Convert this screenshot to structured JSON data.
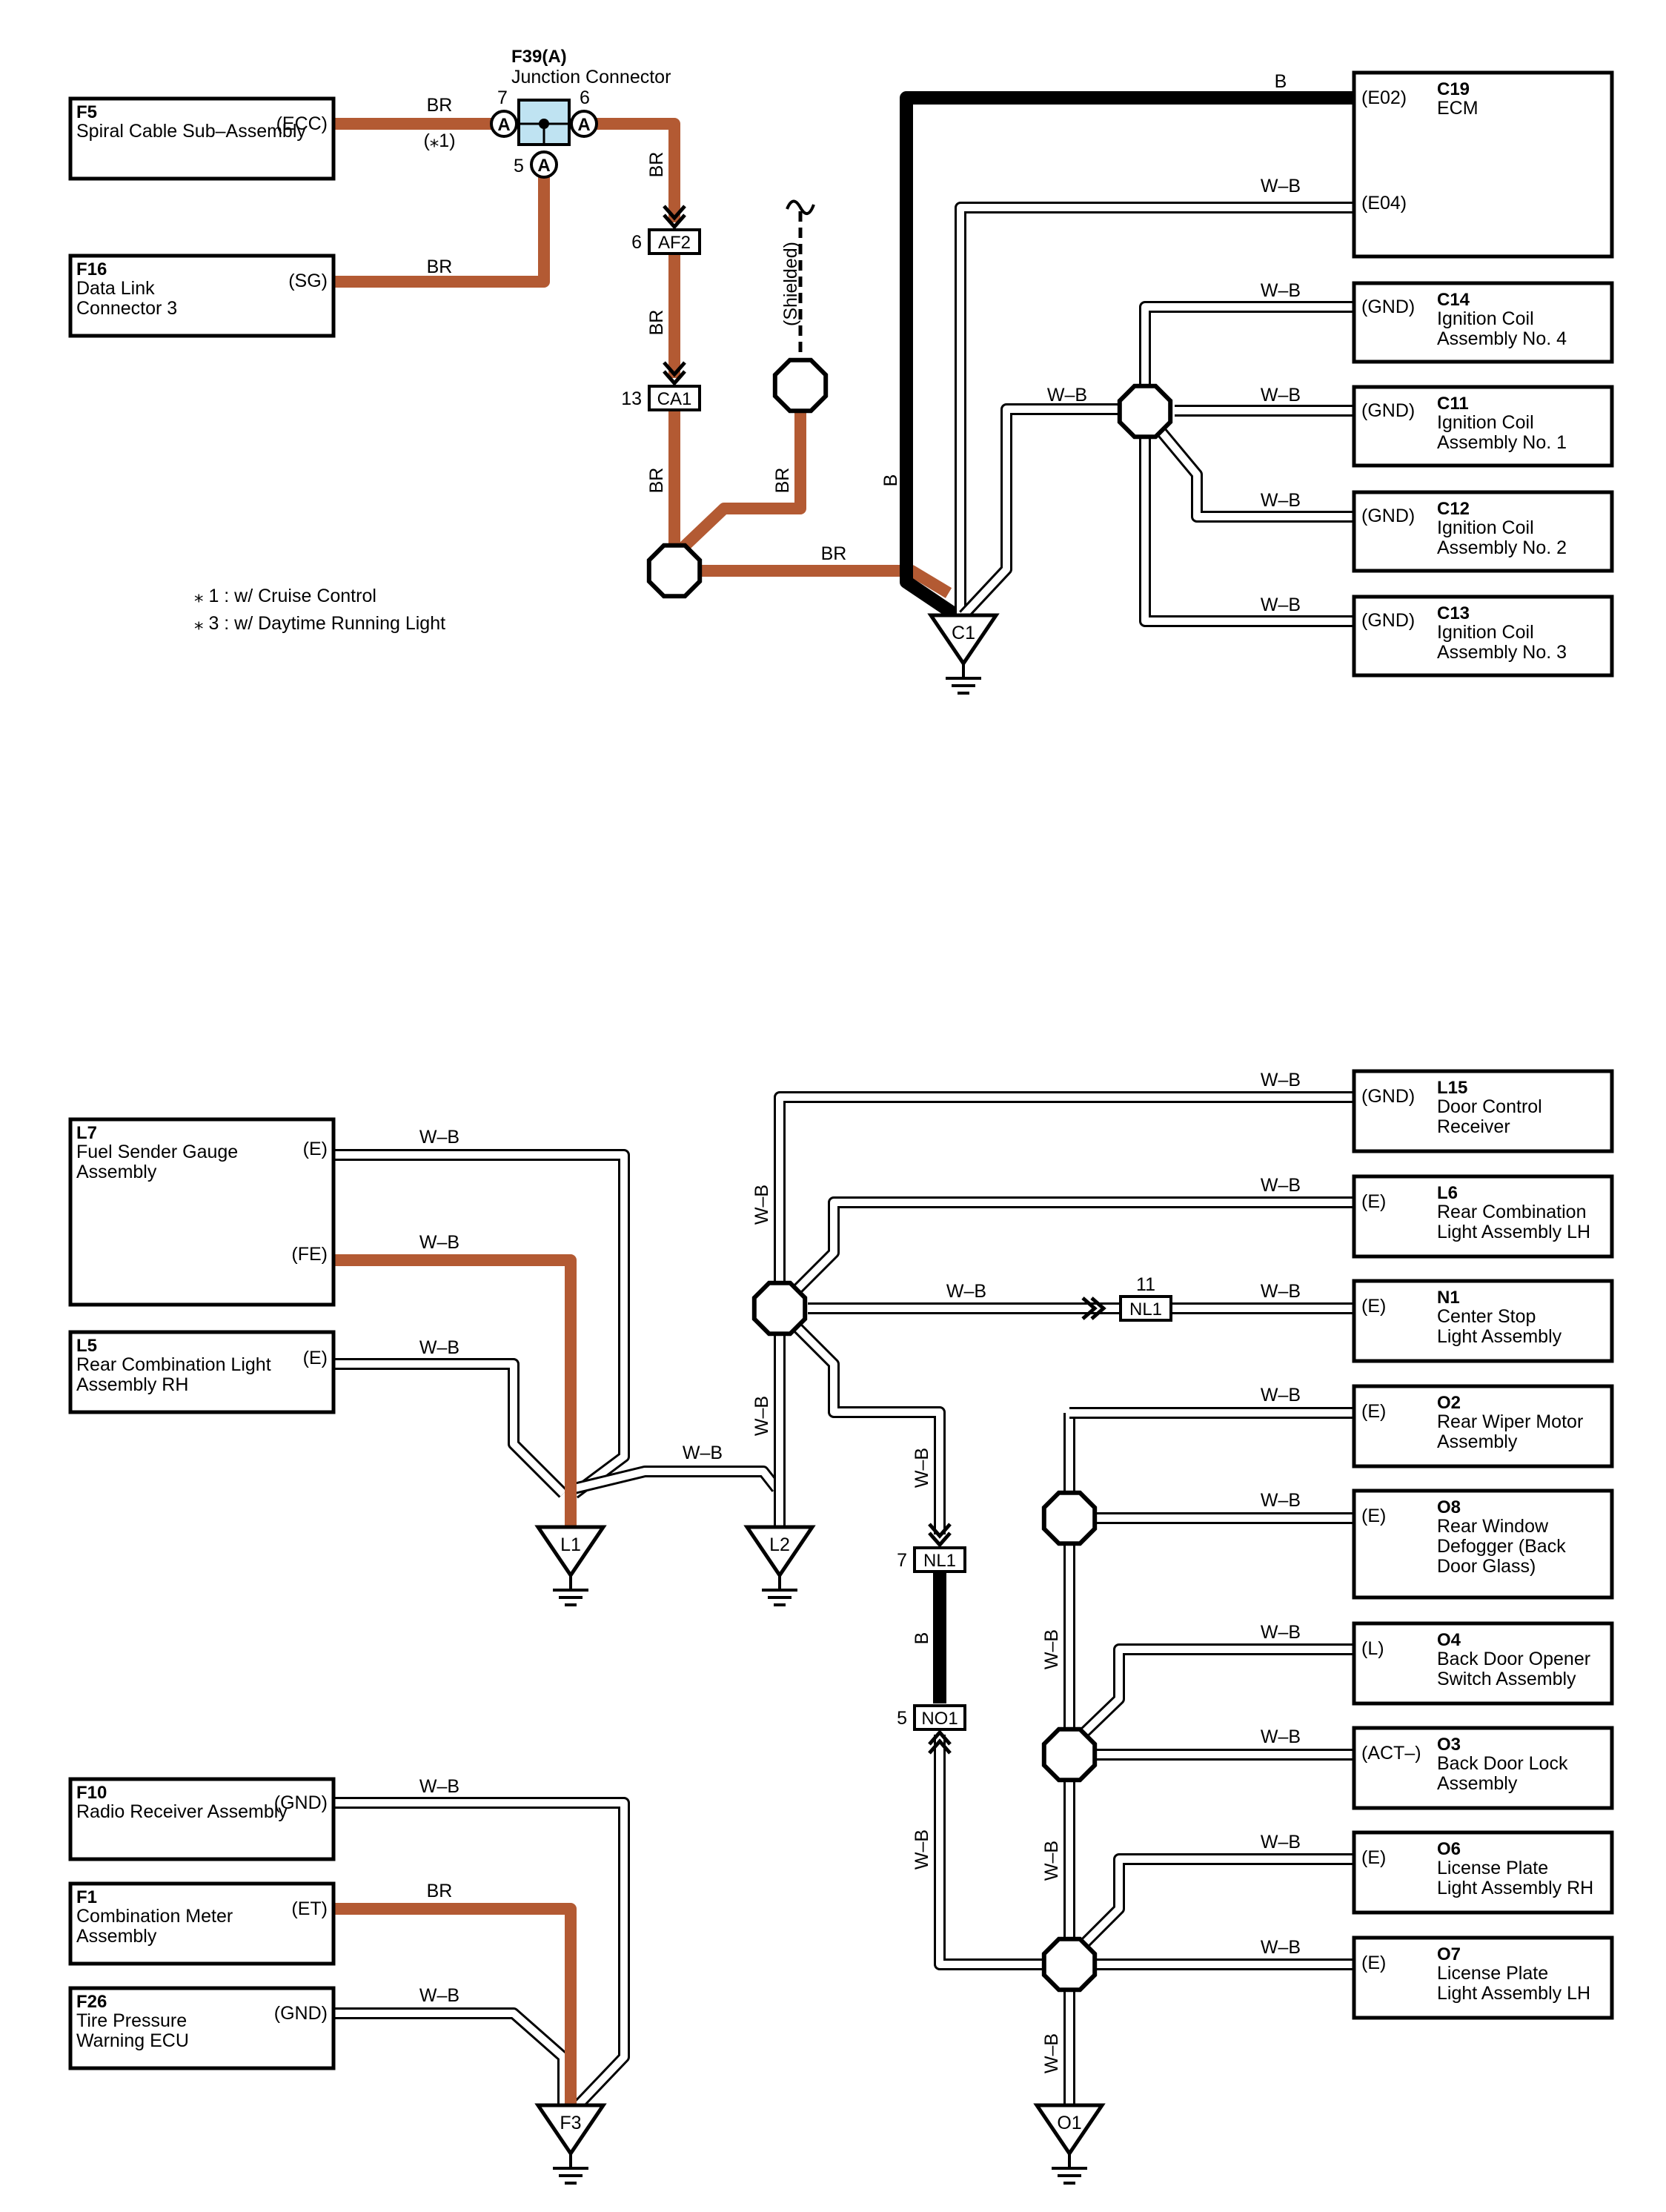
{
  "colors": {
    "BR": "#b35a33",
    "B": "#000000",
    "W-B": "#ffffff/#000000",
    "junction_fill": "#bfe3f2"
  },
  "notes": [
    "⁎ 1 : w/ Cruise Control",
    "⁎ 3 : w/ Daytime Running Light"
  ],
  "junction": {
    "code": "F39(A)",
    "name": "Junction Connector",
    "pin_label": "A",
    "pins": [
      "7",
      "6",
      "5"
    ]
  },
  "shielded": "(Shielded)",
  "components": {
    "F5": {
      "code": "F5",
      "name": [
        "Spiral Cable Sub–Assembly"
      ],
      "pin": "(ECC)"
    },
    "F16": {
      "code": "F16",
      "name": [
        "Data Link",
        "Connector 3"
      ],
      "pin": "(SG)"
    },
    "C19": {
      "code": "C19",
      "name": [
        "ECM"
      ],
      "pins": [
        "(E02)",
        "(E04)"
      ]
    },
    "C14": {
      "code": "C14",
      "name": [
        "Ignition Coil",
        "Assembly No. 4"
      ],
      "pin": "(GND)"
    },
    "C11": {
      "code": "C11",
      "name": [
        "Ignition Coil",
        "Assembly No. 1"
      ],
      "pin": "(GND)"
    },
    "C12": {
      "code": "C12",
      "name": [
        "Ignition Coil",
        "Assembly No. 2"
      ],
      "pin": "(GND)"
    },
    "C13": {
      "code": "C13",
      "name": [
        "Ignition Coil",
        "Assembly No. 3"
      ],
      "pin": "(GND)"
    },
    "L7": {
      "code": "L7",
      "name": [
        "Fuel Sender Gauge",
        "Assembly"
      ],
      "pins": [
        "(E)",
        "(FE)"
      ]
    },
    "L5": {
      "code": "L5",
      "name": [
        "Rear Combination Light",
        "Assembly RH"
      ],
      "pin": "(E)"
    },
    "L15": {
      "code": "L15",
      "name": [
        "Door Control",
        "Receiver"
      ],
      "pin": "(GND)"
    },
    "L6": {
      "code": "L6",
      "name": [
        "Rear Combination",
        "Light Assembly LH"
      ],
      "pin": "(E)"
    },
    "N1": {
      "code": "N1",
      "name": [
        "Center Stop",
        "Light Assembly"
      ],
      "pin": "(E)"
    },
    "O2": {
      "code": "O2",
      "name": [
        "Rear Wiper Motor",
        "Assembly"
      ],
      "pin": "(E)"
    },
    "O8": {
      "code": "O8",
      "name": [
        "Rear Window",
        "Defogger (Back",
        "Door Glass)"
      ],
      "pin": "(E)"
    },
    "O4": {
      "code": "O4",
      "name": [
        "Back Door Opener",
        "Switch Assembly"
      ],
      "pin": "(L)"
    },
    "O3": {
      "code": "O3",
      "name": [
        "Back Door Lock",
        "Assembly"
      ],
      "pin": "(ACT–)"
    },
    "O6": {
      "code": "O6",
      "name": [
        "License Plate",
        "Light Assembly RH"
      ],
      "pin": "(E)"
    },
    "O7": {
      "code": "O7",
      "name": [
        "License Plate",
        "Light Assembly LH"
      ],
      "pin": "(E)"
    },
    "F10": {
      "code": "F10",
      "name": [
        "Radio Receiver Assembly"
      ],
      "pin": "(GND)"
    },
    "F1": {
      "code": "F1",
      "name": [
        "Combination Meter",
        "Assembly"
      ],
      "pin": "(ET)"
    },
    "F26": {
      "code": "F26",
      "name": [
        "Tire Pressure",
        "Warning ECU"
      ],
      "pin": "(GND)"
    }
  },
  "inline_connectors": {
    "AF2": {
      "label": "AF2",
      "pin": "6"
    },
    "CA1": {
      "label": "CA1",
      "pin": "13"
    },
    "NL1a": {
      "label": "NL1",
      "pin": "11"
    },
    "NL1b": {
      "label": "NL1",
      "pin": "7"
    },
    "NO1": {
      "label": "NO1",
      "pin": "5"
    }
  },
  "grounds": [
    "C1",
    "L1",
    "L2",
    "F3",
    "O1"
  ],
  "wire_colors": {
    "br": "BR",
    "b": "B",
    "wb": "W–B",
    "cruise_note": "(⁎1)"
  }
}
